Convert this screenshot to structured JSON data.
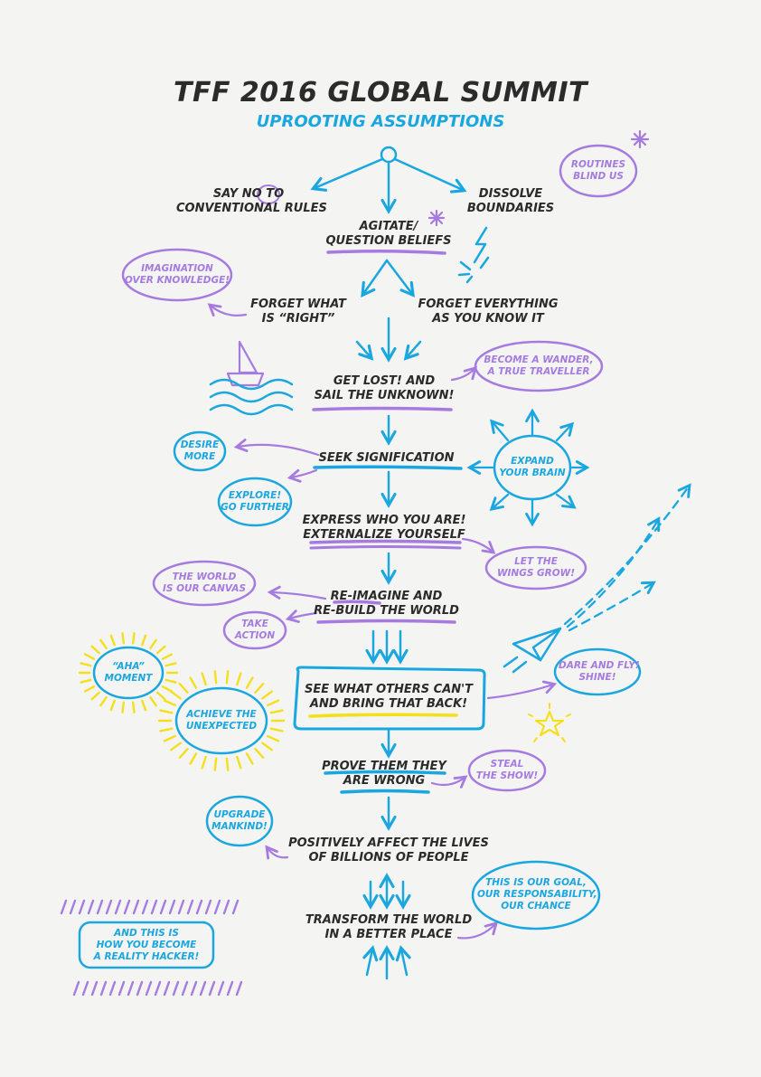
{
  "header": {
    "title": "TFF 2016 GLOBAL SUMMIT",
    "subtitle": "UPROOTING ASSUMPTIONS"
  },
  "nodes": {
    "say_no_1": "SAY NO TO",
    "say_no_2": "CONVENTIONAL RULES",
    "dissolve_1": "DISSOLVE",
    "dissolve_2": "BOUNDARIES",
    "agitate_1": "AGITATE/",
    "agitate_2": "QUESTION BELIEFS",
    "forget_right_1": "FORGET WHAT",
    "forget_right_2": "IS “RIGHT”",
    "forget_all_1": "FORGET EVERYTHING",
    "forget_all_2": "AS YOU KNOW IT",
    "get_lost_1": "GET LOST! AND",
    "get_lost_2": "SAIL THE UNKNOWN!",
    "seek": "SEEK SIGNIFICATION",
    "express_1": "EXPRESS WHO YOU ARE!",
    "express_2": "EXTERNALIZE YOURSELF",
    "reimagine_1": "RE-IMAGINE AND",
    "reimagine_2": "RE-BUILD THE WORLD",
    "see_1": "SEE WHAT OTHERS CAN'T",
    "see_2": "AND BRING THAT BACK!",
    "prove_1": "PROVE THEM THEY",
    "prove_2": "ARE WRONG",
    "positively_1": "POSITIVELY AFFECT THE LIVES",
    "positively_2": "OF BILLIONS OF PEOPLE",
    "transform_1": "TRANSFORM THE WORLD",
    "transform_2": "IN A BETTER PLACE"
  },
  "bubbles": {
    "routines_1": "ROUTINES",
    "routines_2": "BLIND US",
    "imagination_1": "IMAGINATION",
    "imagination_2": "OVER KNOWLEDGE!",
    "wander_1": "BECOME A WANDER,",
    "wander_2": "A TRUE TRAVELLER",
    "desire_1": "DESIRE",
    "desire_2": "MORE",
    "expand_1": "EXPAND",
    "expand_2": "YOUR BRAIN",
    "explore_1": "EXPLORE!",
    "explore_2": "GO FURTHER",
    "wings_1": "LET THE",
    "wings_2": "WINGS GROW!",
    "canvas_1": "THE WORLD",
    "canvas_2": "IS OUR CANVAS",
    "action_1": "TAKE",
    "action_2": "ACTION",
    "aha_1": "“AHA”",
    "aha_2": "MOMENT",
    "unexpected_1": "ACHIEVE THE",
    "unexpected_2": "UNEXPECTED",
    "dare_1": "DARE AND FLY!",
    "dare_2": "SHINE!",
    "steal_1": "STEAL",
    "steal_2": "THE SHOW!",
    "upgrade_1": "UPGRADE",
    "upgrade_2": "MANKIND!",
    "goal_1": "THIS IS OUR GOAL,",
    "goal_2": "OUR RESPONSABILITY,",
    "goal_3": "OUR CHANCE",
    "hacker_1": "AND THIS IS",
    "hacker_2": "HOW YOU BECOME",
    "hacker_3": "A REALITY HACKER!"
  },
  "icons": [
    "stick-figure-icon",
    "lightning-icon",
    "sailboat-icon",
    "waves-icon",
    "paper-plane-icon",
    "star-icon",
    "sparkle-icon"
  ],
  "colors": {
    "dark": "#2b2b2b",
    "blue": "#1aa7e0",
    "purple": "#a57be0",
    "yellow": "#f5df1b",
    "paper": "#f4f4f2"
  }
}
